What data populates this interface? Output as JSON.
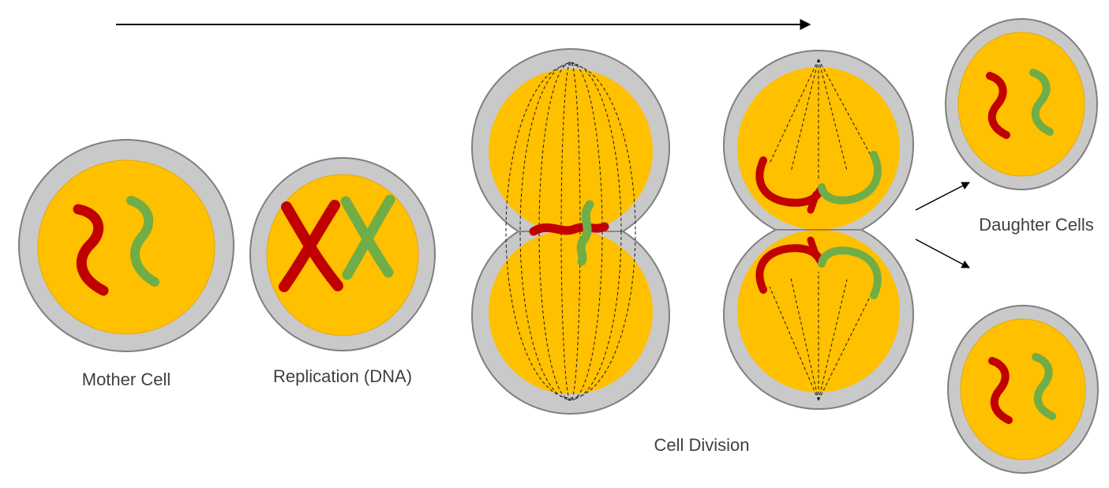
{
  "diagram": {
    "labels": {
      "mother_cell": "Mother Cell",
      "replication": "Replication (DNA)",
      "cell_division": "Cell Division",
      "daughter_cells": "Daughter Cells"
    },
    "colors": {
      "background": "#FFFFFF",
      "cytoplasm": "#FFC000",
      "cytoplasm_edge": "#E7A802",
      "membrane": "#C9C9C9",
      "membrane_outline": "#7F7F7F",
      "chromosome_red": "#C00000",
      "chromosome_green": "#70AD47",
      "spindle": "#1A1A1A",
      "arrow": "#000000",
      "label_text": "#3F3F3F"
    }
  }
}
